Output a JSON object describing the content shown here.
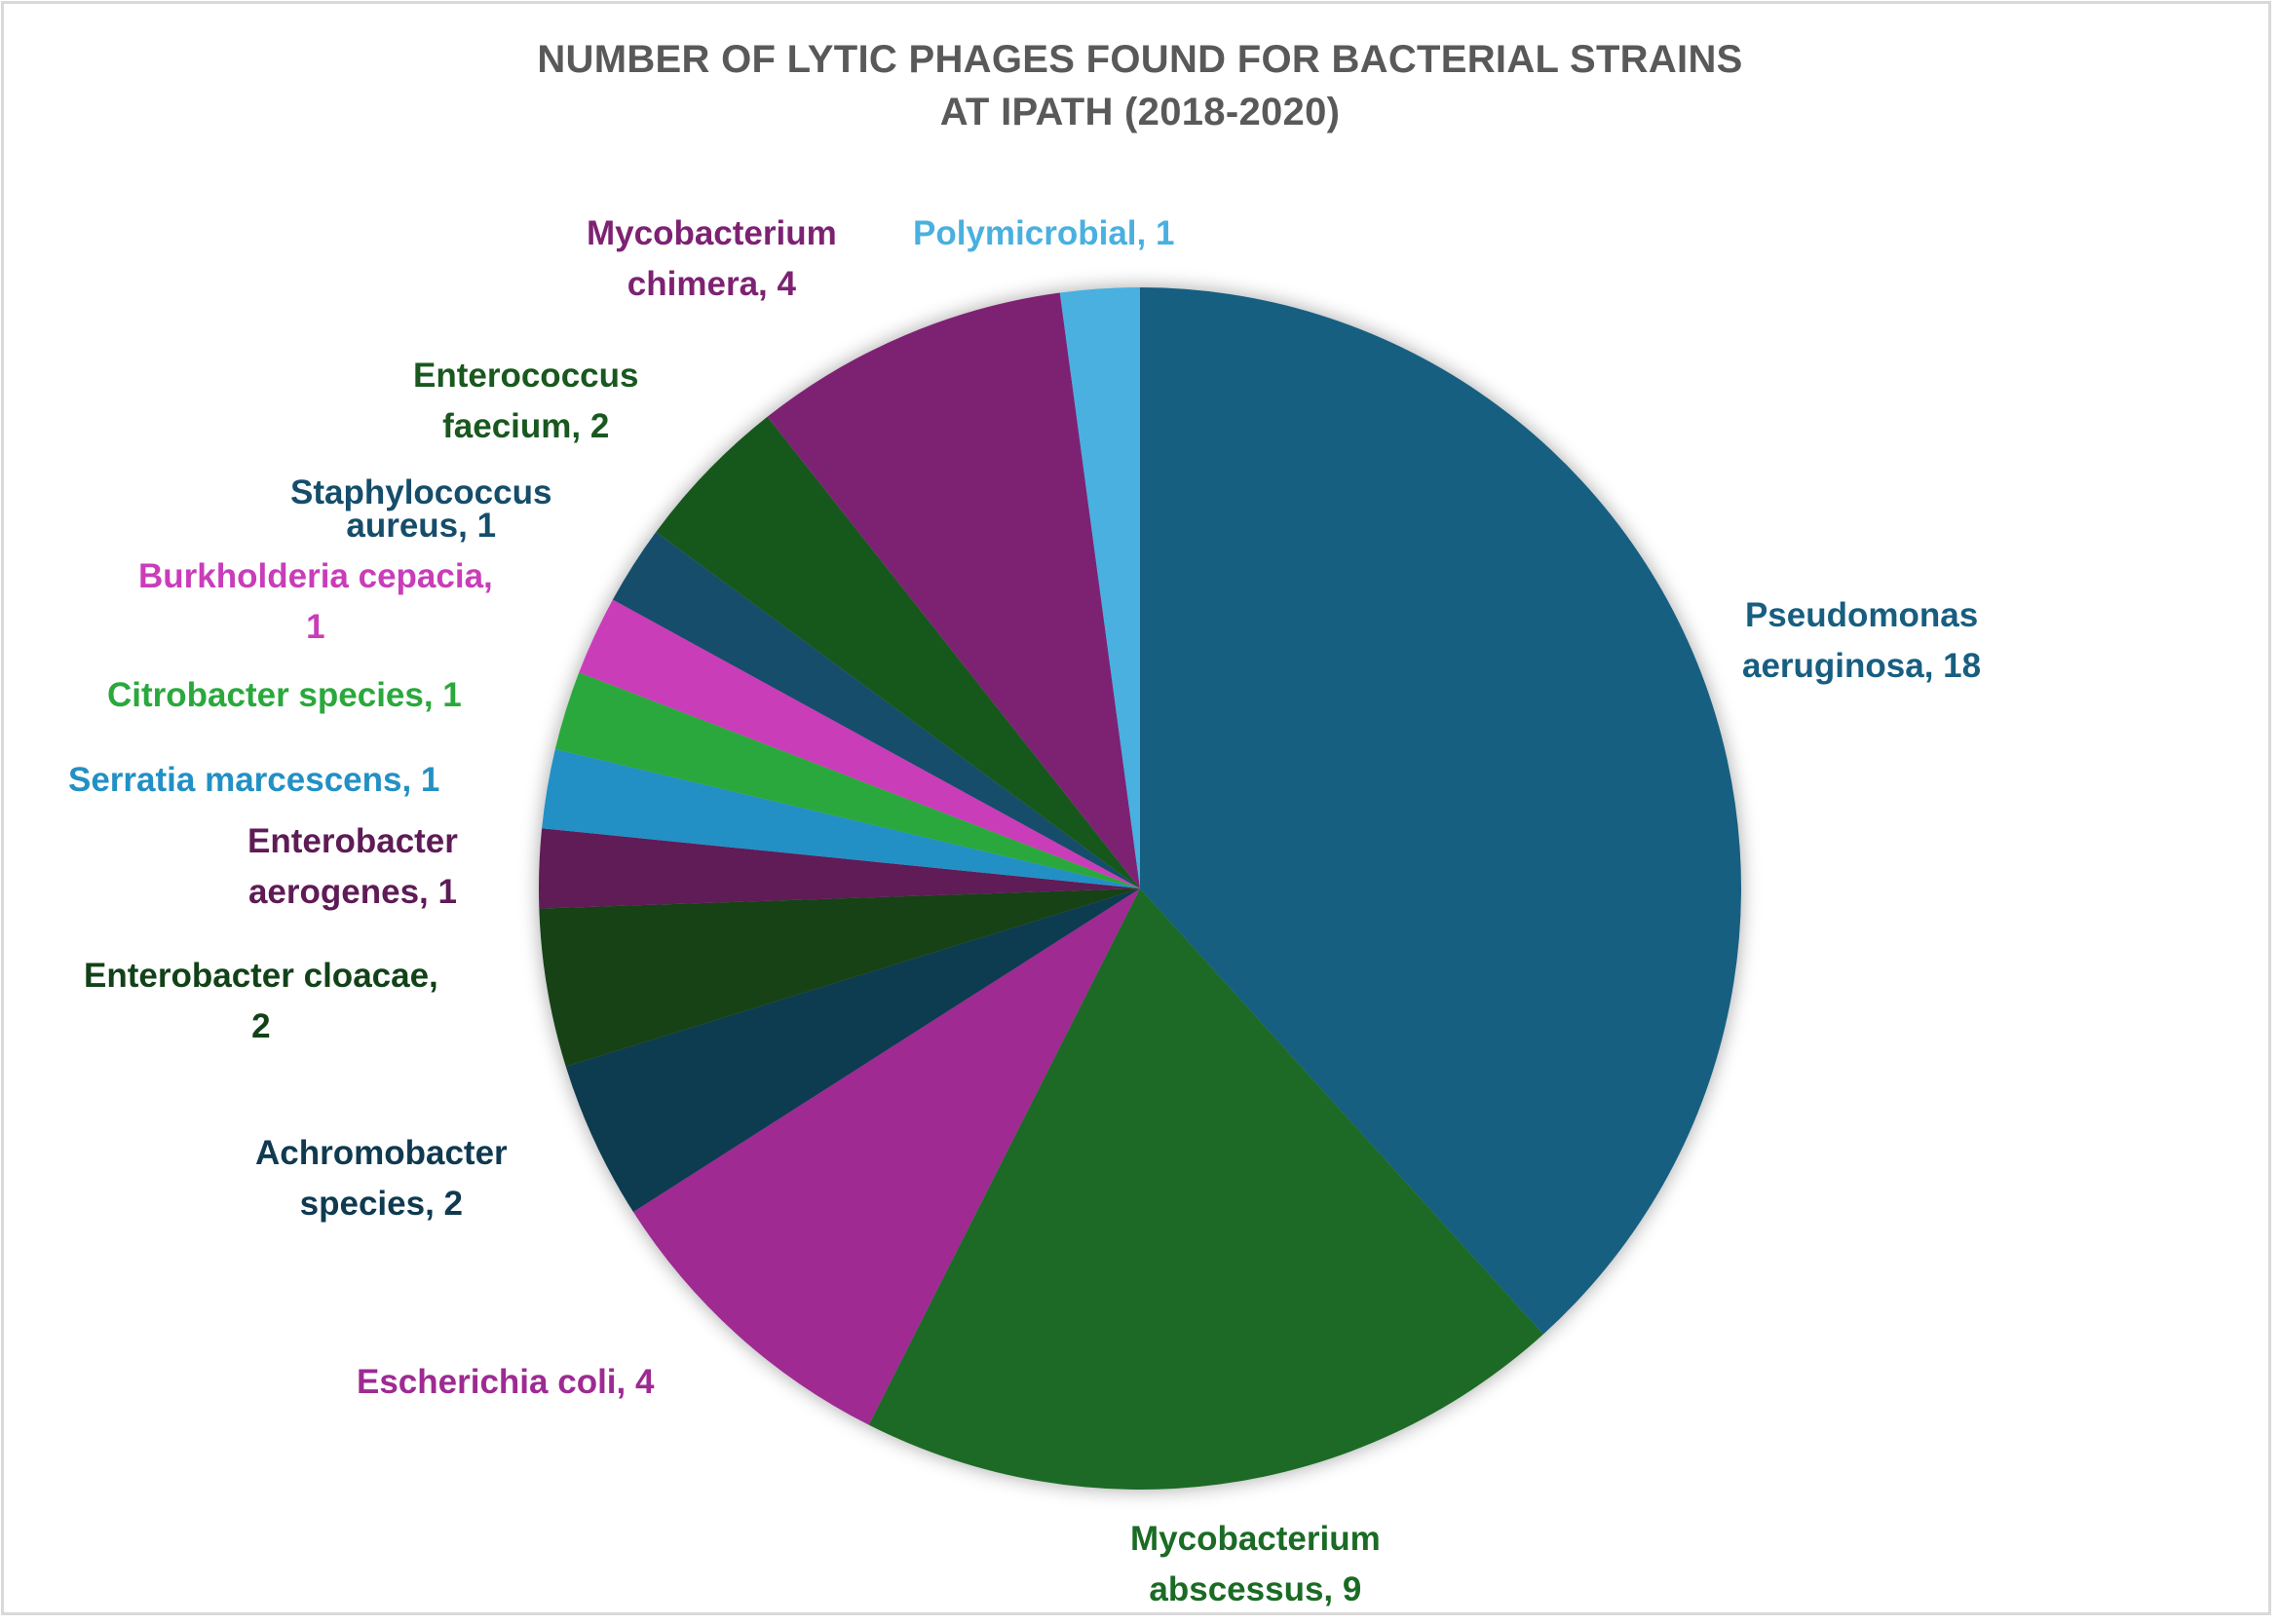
{
  "chart_data": {
    "type": "pie",
    "title": "NUMBER OF LYTIC PHAGES FOUND FOR BACTERIAL STRAINS AT IPATH (2018-2020)",
    "title_lines": [
      "NUMBER OF LYTIC PHAGES FOUND FOR BACTERIAL STRAINS",
      "AT IPATH (2018-2020)"
    ],
    "legend": "none (data labels with category name and value)",
    "start_angle": "12 o'clock, clockwise",
    "total": 47,
    "slices": [
      {
        "label": "Pseudomonas aeruginosa",
        "value": 18,
        "color": "#175e80",
        "text_lines": [
          "Pseudomonas",
          "aeruginosa, 18"
        ]
      },
      {
        "label": "Mycobacterium abscessus",
        "value": 9,
        "color": "#1b6b25",
        "text_lines": [
          "Mycobacterium",
          "abscessus, 9"
        ]
      },
      {
        "label": "Escherichia coli",
        "value": 4,
        "color": "#9e2a92",
        "text_lines": [
          "Escherichia coli, 4"
        ]
      },
      {
        "label": "Achromobacter species",
        "value": 2,
        "color": "#0f3a50",
        "text_lines": [
          "Achromobacter",
          "species, 2"
        ]
      },
      {
        "label": "Enterobacter cloacae",
        "value": 2,
        "color": "#124218",
        "text_lines": [
          "Enterobacter cloacae,",
          "2"
        ]
      },
      {
        "label": "Enterobacter aerogenes",
        "value": 1,
        "color": "#5e1b56",
        "text_lines": [
          "Enterobacter",
          "aerogenes, 1"
        ]
      },
      {
        "label": "Serratia marcescens",
        "value": 1,
        "color": "#2290c4",
        "text_lines": [
          "Serratia marcescens, 1"
        ]
      },
      {
        "label": "Citrobacter species",
        "value": 1,
        "color": "#2aa83c",
        "text_lines": [
          "Citrobacter species, 1"
        ]
      },
      {
        "label": "Burkholderia cepacia",
        "value": 1,
        "color": "#c93db9",
        "text_lines": [
          "Burkholderia cepacia,",
          "1"
        ]
      },
      {
        "label": "Staphylococcus aureus",
        "value": 1,
        "color": "#154d6b",
        "text_lines": [
          "Staphylococcus",
          "aureus, 1"
        ]
      },
      {
        "label": "Enterococcus faecium",
        "value": 2,
        "color": "#19581f",
        "text_lines": [
          "Enterococcus",
          "faecium, 2"
        ]
      },
      {
        "label": "Mycobacterium chimera",
        "value": 4,
        "color": "#7d2273",
        "text_lines": [
          "Mycobacterium",
          "chimera, 4"
        ]
      },
      {
        "label": "Polymicrobial",
        "value": 1,
        "color": "#49b0e0",
        "text_lines": [
          "Polymicrobial, 1"
        ]
      }
    ]
  },
  "labels": [
    {
      "l1": "Pseudomonas",
      "l2": "aeruginosa, 18",
      "color": "#175e80"
    },
    {
      "l1": "Mycobacterium",
      "l2": "abscessus, 9",
      "color": "#1b6b25"
    },
    {
      "l1": "Escherichia coli, 4",
      "l2": "",
      "color": "#9e2a92"
    },
    {
      "l1": "Achromobacter",
      "l2": "species, 2",
      "color": "#0f3a50"
    },
    {
      "l1": "Enterobacter cloacae,",
      "l2": "2",
      "color": "#124218"
    },
    {
      "l1": "Enterobacter",
      "l2": "aerogenes, 1",
      "color": "#5e1b56"
    },
    {
      "l1": "Serratia marcescens, 1",
      "l2": "",
      "color": "#2290c4"
    },
    {
      "l1": "Citrobacter species, 1",
      "l2": "",
      "color": "#2aa83c"
    },
    {
      "l1": "Burkholderia cepacia,",
      "l2": "1",
      "color": "#c93db9"
    },
    {
      "l1": "Staphylococcus",
      "l2": "aureus, 1",
      "color": "#154d6b"
    },
    {
      "l1": "Enterococcus",
      "l2": "faecium, 2",
      "color": "#19581f"
    },
    {
      "l1": "Mycobacterium",
      "l2": "chimera, 4",
      "color": "#7d2273"
    },
    {
      "l1": "Polymicrobial, 1",
      "l2": "",
      "color": "#49b0e0"
    }
  ],
  "colors": {
    "title": "#595959",
    "frame_border": "#d9d9d9",
    "background": "#ffffff"
  }
}
